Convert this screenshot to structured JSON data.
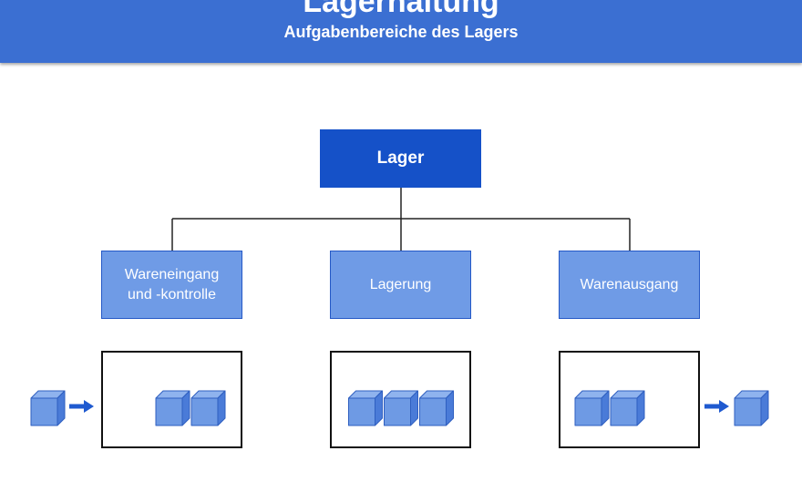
{
  "header": {
    "title": "Lagerhaltung",
    "subtitle": "Aufgabenbereiche des Lagers"
  },
  "diagram": {
    "root": "Lager",
    "children": [
      {
        "label": "Wareneingang\nund -kontrolle",
        "stock_count": 2
      },
      {
        "label": "Lagerung",
        "stock_count": 3
      },
      {
        "label": "Warenausgang",
        "stock_count": 2
      }
    ],
    "incoming_item_count": 1,
    "outgoing_item_count": 1
  },
  "colors": {
    "header": "#3b6fd2",
    "root_box": "#1551c8",
    "child_box": "#6f9be6",
    "cube_front": "#6e9ae4",
    "arrow": "#1f5ad0"
  },
  "icons": [
    "package-cube-icon",
    "arrow-right-icon"
  ]
}
